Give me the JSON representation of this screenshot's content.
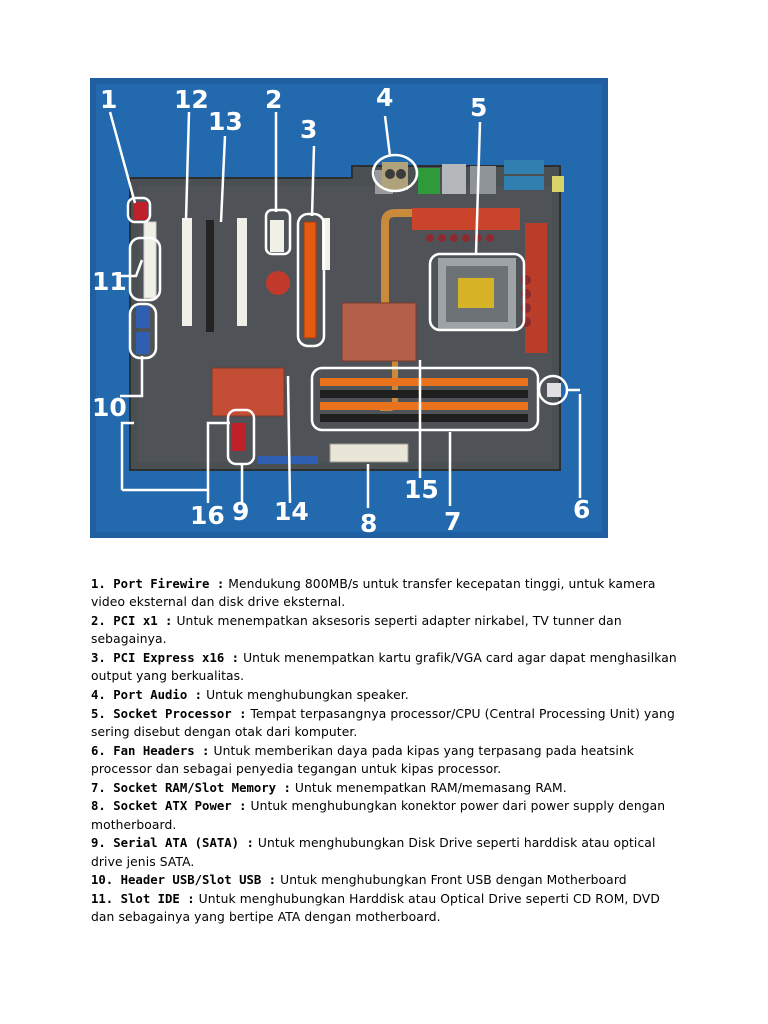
{
  "figure": {
    "callouts": [
      "1",
      "12",
      "13",
      "2",
      "3",
      "4",
      "5",
      "11",
      "10",
      "16",
      "9",
      "14",
      "8",
      "15",
      "7",
      "6"
    ],
    "colors": {
      "frame": "#1f5ea0",
      "board": "#4a4f52",
      "ide_slot": "#f0efe8",
      "pci_slot": "#f0efe8",
      "pcie_slot": "#e35a10",
      "ram_slot": "#e8731c",
      "callout_line": "#ffffff"
    }
  },
  "items": [
    {
      "term": "1. Port Firewire :",
      "desc": " Mendukung 800MB/s untuk transfer kecepatan tinggi, untuk kamera video eksternal dan disk drive eksternal."
    },
    {
      "term": "2. PCI x1 :",
      "desc": " Untuk menempatkan aksesoris seperti adapter nirkabel, TV tunner dan sebagainya."
    },
    {
      "term": "3. PCI Express x16 :",
      "desc": " Untuk menempatkan kartu grafik/VGA card agar dapat menghasilkan output yang berkualitas."
    },
    {
      "term": "4. Port Audio :",
      "desc": " Untuk menghubungkan speaker."
    },
    {
      "term": "5. Socket Processor :",
      "desc": " Tempat terpasangnya processor/CPU (Central Processing Unit) yang sering disebut dengan otak dari komputer."
    },
    {
      "term": "6. Fan Headers :",
      "desc": " Untuk memberikan daya pada kipas yang terpasang pada heatsink processor dan sebagai penyedia tegangan untuk kipas processor."
    },
    {
      "term": "7. Socket RAM/Slot Memory :",
      "desc": " Untuk menempatkan RAM/memasang RAM."
    },
    {
      "term": "8. Socket ATX Power :",
      "desc": " Untuk menghubungkan konektor power dari power supply dengan motherboard."
    },
    {
      "term": "9. Serial ATA (SATA) :",
      "desc": " Untuk menghubungkan Disk Drive seperti harddisk atau optical drive jenis SATA."
    },
    {
      "term": "10. Header USB/Slot USB :",
      "desc": " Untuk menghubungkan Front USB dengan Motherboard"
    },
    {
      "term": "11. Slot IDE :",
      "desc": " Untuk menghubungkan Harddisk atau Optical Drive seperti CD ROM, DVD dan sebagainya yang bertipe ATA dengan motherboard."
    }
  ]
}
